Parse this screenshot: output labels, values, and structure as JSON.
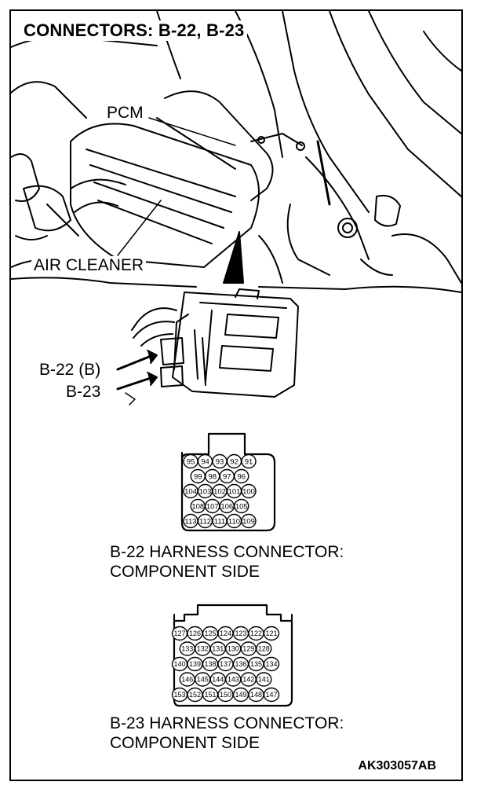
{
  "title": "CONNECTORS: B-22, B-23",
  "labels": {
    "pcm": "PCM",
    "air_cleaner": "AIR CLEANER",
    "b22": "B-22 (B)",
    "b23": "B-23"
  },
  "connectors": [
    {
      "name": "B-22",
      "caption_line1": "B-22 HARNESS CONNECTOR:",
      "caption_line2": "COMPONENT SIDE",
      "rows": [
        [
          "95",
          "94",
          "93",
          "92",
          "91"
        ],
        [
          "99",
          "98",
          "97",
          "96"
        ],
        [
          "104",
          "103",
          "102",
          "101",
          "100"
        ],
        [
          "108",
          "107",
          "106",
          "105"
        ],
        [
          "113",
          "112",
          "111",
          "110",
          "109"
        ]
      ]
    },
    {
      "name": "B-23",
      "caption_line1": "B-23 HARNESS CONNECTOR:",
      "caption_line2": "COMPONENT SIDE",
      "rows": [
        [
          "127",
          "126",
          "125",
          "124",
          "123",
          "122",
          "121"
        ],
        [
          "133",
          "132",
          "131",
          "130",
          "129",
          "128"
        ],
        [
          "140",
          "139",
          "138",
          "137",
          "136",
          "135",
          "134"
        ],
        [
          "146",
          "145",
          "144",
          "143",
          "142",
          "141"
        ],
        [
          "153",
          "152",
          "151",
          "150",
          "149",
          "148",
          "147"
        ]
      ]
    }
  ],
  "figure_code": "AK303057AB"
}
